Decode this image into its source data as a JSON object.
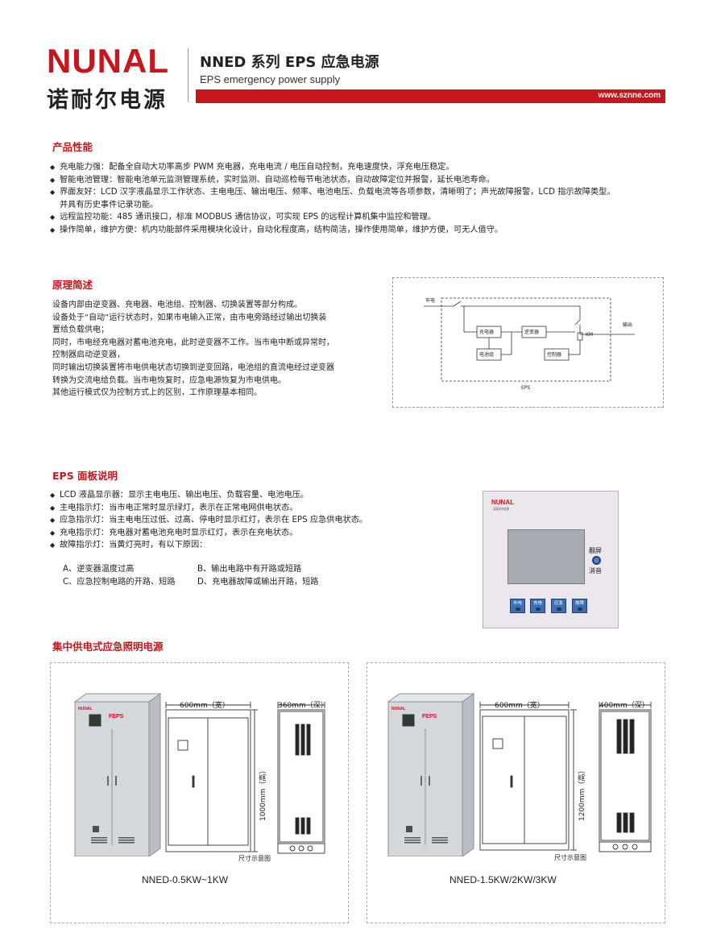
{
  "header": {
    "logo_word": "NUNAL",
    "logo_cn": "诺耐尔电源",
    "title": "NNED 系列 EPS 应急电源",
    "subtitle": "EPS emergency power supply",
    "url": "www.sznne.com"
  },
  "colors": {
    "brand_red": "#c7161d",
    "panel_bg": "#ece7ef",
    "indicator_blue": "#3d6fb5"
  },
  "features": {
    "title": "产品性能",
    "items": [
      "充电能力强：配备全自动大功率高步 PWM 充电器，充电电流 / 电压自动控制，充电速度快，浮充电压稳定。",
      "智能电池管理：智能电池单元监测管理系统，实时监测、自动巡检每节电池状态，自动故障定位并报警，延长电池寿命。",
      "界面友好：LCD 汉字液晶显示工作状态、主电电压、输出电压、频率、电池电压、负载电流等各项参数，清晰明了；声光故障报警，LCD 指示故障类型。",
      "并具有历史事件记录功能。",
      "远程监控功能：485 通讯接口，标准 MODBUS 通信协议，可实现 EPS 的远程计算机集中监控和管理。",
      "操作简单，维护方便：机内功能部件采用模块化设计，自动化程度高，结构简洁，操作使用简单，维护方便，可无人值守。"
    ]
  },
  "principle": {
    "title": "原理简述",
    "lines": [
      "设备内部由逆变器、充电器、电池组、控制器、切换装置等部分构成。",
      "设备处于“自动”运行状态时，如果市电输入正常，由市电旁路经过输出切换装",
      "置给负载供电；",
      "同时，市电经充电器对蓄电池充电，此时逆变器不工作。当市电中断或异常时，",
      "控制器启动逆变器，",
      "同时输出切换装置将市电供电状态切换到逆变回路，电池组的直流电经过逆变器",
      "转换为交流电给负载。当市电恢复时，应急电源恢复为市电供电。",
      "其他运行模式仅为控制方式上的区别，工作原理基本相同。"
    ],
    "diagram": {
      "mains": "市电",
      "load": "输出",
      "charger": "充电器",
      "inverter": "逆变器",
      "battery": "电池组",
      "controller": "控制器",
      "km": "KM",
      "eps": "EPS"
    }
  },
  "panel_section": {
    "title": "EPS 面板说明",
    "items": [
      "LCD 液晶显示器：显示主电电压、输出电压、负载容量、电池电压。",
      "主电指示灯：当市电正常时显示绿灯，表示在正常电网供电状态。",
      "应急指示灯：当主电电压过低、过高、停电时显示红灯，表示在 EPS 应急供电状态。",
      "充电指示灯：充电器对蓄电池充电时显示红灯，表示在充电状态。",
      "故障指示灯：当黄灯亮时，有以下原因："
    ],
    "causes": {
      "a": "A、逆变器温度过高",
      "b": "B、输出电路中有开路或短路",
      "c": "C、应急控制电路的开路、短路",
      "d": "D、充电器故障或输出开路，短路"
    },
    "device": {
      "logo": "NUNAL",
      "logo_cn": "诺耐尔电源",
      "flip": "翻屏",
      "mute": "消音",
      "indicators": [
        "市电",
        "充电",
        "应急",
        "故障"
      ]
    }
  },
  "products": {
    "title": "集中供电式应急照明电源",
    "brand_badge": "FEPS",
    "items": [
      {
        "model": "NNED-0.5KW~1KW",
        "width": "600mm（宽）",
        "depth": "360mm（深）",
        "height": "1000mm（高）",
        "caption": "尺寸示意图"
      },
      {
        "model": "NNED-1.5KW/2KW/3KW",
        "width": "600mm（宽）",
        "depth": "400mm（深）",
        "height": "1200mm（高）",
        "caption": "尺寸示意图"
      }
    ]
  }
}
